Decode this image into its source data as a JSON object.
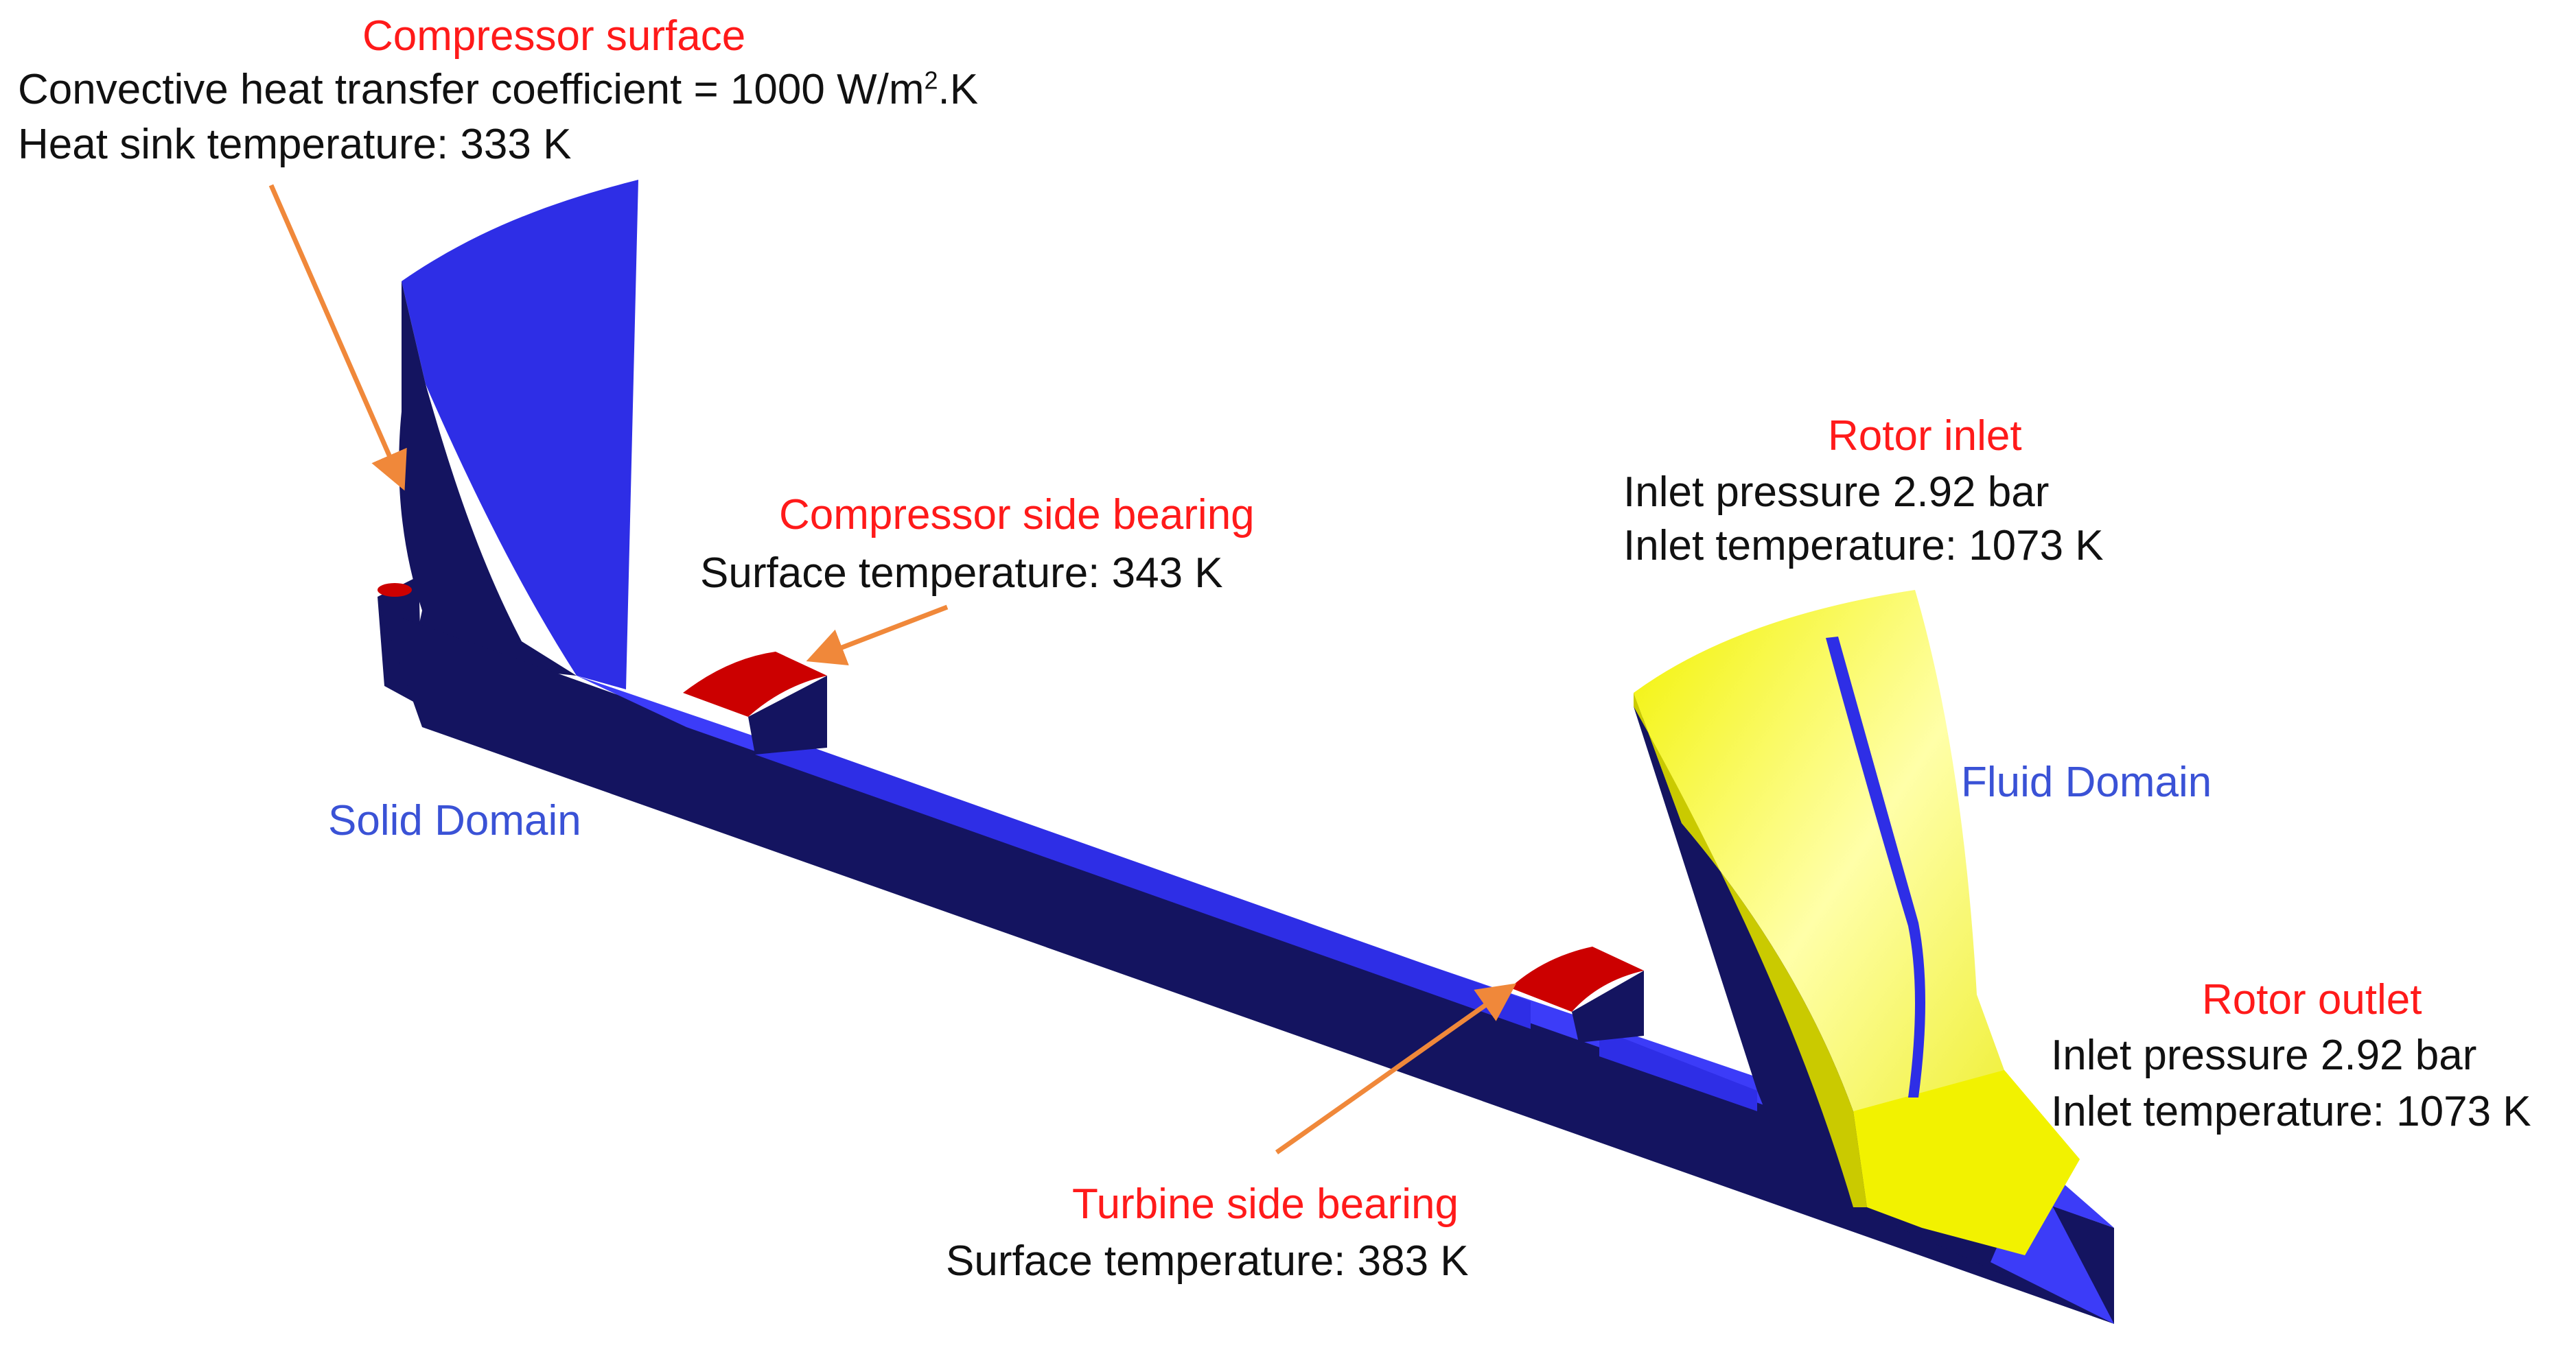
{
  "colors": {
    "solid_dark": "#141460",
    "solid_face": "#2e2ee6",
    "solid_bright": "#3c3cf8",
    "bearing": "#cc0000",
    "fluid": "#e6e600",
    "fluid_light": "#ffff99",
    "arrow": "#f0883a",
    "title_red": "#ff1a1a",
    "domain_blue": "#3a52d6"
  },
  "compressor_surface": {
    "title": "Compressor surface",
    "line1_pre": "Convective heat transfer coefficient = 1000 W/m",
    "line1_sup": "2",
    "line1_post": ".K",
    "line2": "Heat sink temperature: 333 K"
  },
  "compressor_bearing": {
    "title": "Compressor side bearing",
    "line1": "Surface temperature: 343 K"
  },
  "turbine_bearing": {
    "title": "Turbine side bearing",
    "line1": "Surface temperature: 383 K"
  },
  "rotor_inlet": {
    "title": "Rotor inlet",
    "line1": "Inlet pressure 2.92 bar",
    "line2": "Inlet temperature: 1073 K"
  },
  "rotor_outlet": {
    "title": "Rotor outlet",
    "line1": "Inlet pressure 2.92 bar",
    "line2": "Inlet temperature: 1073 K"
  },
  "domains": {
    "solid": "Solid Domain",
    "fluid": "Fluid Domain"
  }
}
